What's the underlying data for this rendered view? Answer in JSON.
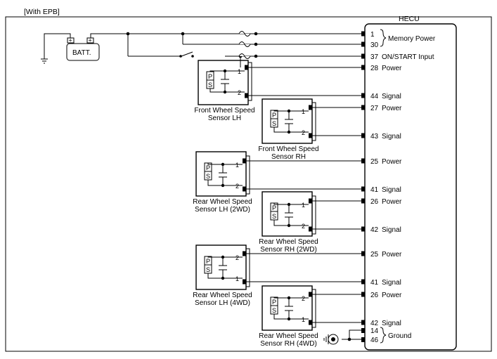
{
  "header": {
    "variant": "[With EPB]"
  },
  "ecu": {
    "title": "HECU"
  },
  "battery": {
    "label": "BATT.",
    "plus": "+",
    "plus2": "+"
  },
  "ground_label": "Ground",
  "memory_label": "Memory Power",
  "ground_pins": [
    "14",
    "46"
  ],
  "pins": [
    {
      "num": "1",
      "label": ""
    },
    {
      "num": "30",
      "label": ""
    },
    {
      "num": "37",
      "label": "ON/START Input"
    },
    {
      "num": "28",
      "label": "Power"
    },
    {
      "num": "44",
      "label": "Signal"
    },
    {
      "num": "27",
      "label": "Power"
    },
    {
      "num": "43",
      "label": "Signal"
    },
    {
      "num": "25",
      "label": "Power"
    },
    {
      "num": "41",
      "label": "Signal"
    },
    {
      "num": "26",
      "label": "Power"
    },
    {
      "num": "42",
      "label": "Signal"
    },
    {
      "num": "25",
      "label": "Power"
    },
    {
      "num": "41",
      "label": "Signal"
    },
    {
      "num": "26",
      "label": "Power"
    },
    {
      "num": "42",
      "label": "Signal"
    }
  ],
  "sensors": [
    {
      "line1": "Front Wheel Speed",
      "line2": "Sensor LH",
      "pin_top": "1",
      "pin_bottom": "2",
      "p": "P",
      "s": "S"
    },
    {
      "line1": "Front Wheel Speed",
      "line2": "Sensor RH",
      "pin_top": "1",
      "pin_bottom": "2",
      "p": "P",
      "s": "S"
    },
    {
      "line1": "Rear Wheel Speed",
      "line2": "Sensor LH (2WD)",
      "pin_top": "1",
      "pin_bottom": "2",
      "p": "P",
      "s": "S"
    },
    {
      "line1": "Rear Wheel Speed",
      "line2": "Sensor RH (2WD)",
      "pin_top": "1",
      "pin_bottom": "2",
      "p": "P",
      "s": "S"
    },
    {
      "line1": "Rear Wheel Speed",
      "line2": "Sensor LH (4WD)",
      "pin_top": "2",
      "pin_bottom": "1",
      "p": "P",
      "s": "S"
    },
    {
      "line1": "Rear Wheel Speed",
      "line2": "Sensor RH (4WD)",
      "pin_top": "2",
      "pin_bottom": "1",
      "p": "P",
      "s": "S"
    }
  ]
}
